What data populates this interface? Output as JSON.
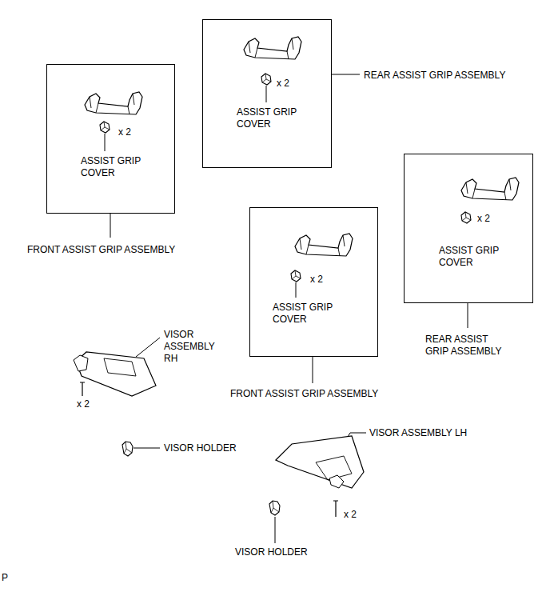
{
  "diagram": {
    "nodes": [
      {
        "text": [
          "x 2",
          "ASSIST GRIP COVER",
          "FRONT ASSIST GRIP ASSEMBLY"
        ]
      },
      {
        "text": [
          "x 2",
          "ASSIST GRIP COVER",
          "REAR ASSIST GRIP ASSEMBLY"
        ]
      },
      {
        "text": [
          "x 2",
          "ASSIST GRIP COVER",
          "FRONT ASSIST GRIP ASSEMBLY"
        ]
      },
      {
        "text": [
          "x 2",
          "ASSIST GRIP COVER",
          "REAR ASSIST GRIP ASSEMBLY"
        ]
      }
    ],
    "labels": [
      "VISOR ASSEMBLY RH",
      "x 2",
      "VISOR HOLDER",
      "VISOR ASSEMBLY LH",
      "x 2",
      "VISOR HOLDER",
      "P"
    ]
  }
}
